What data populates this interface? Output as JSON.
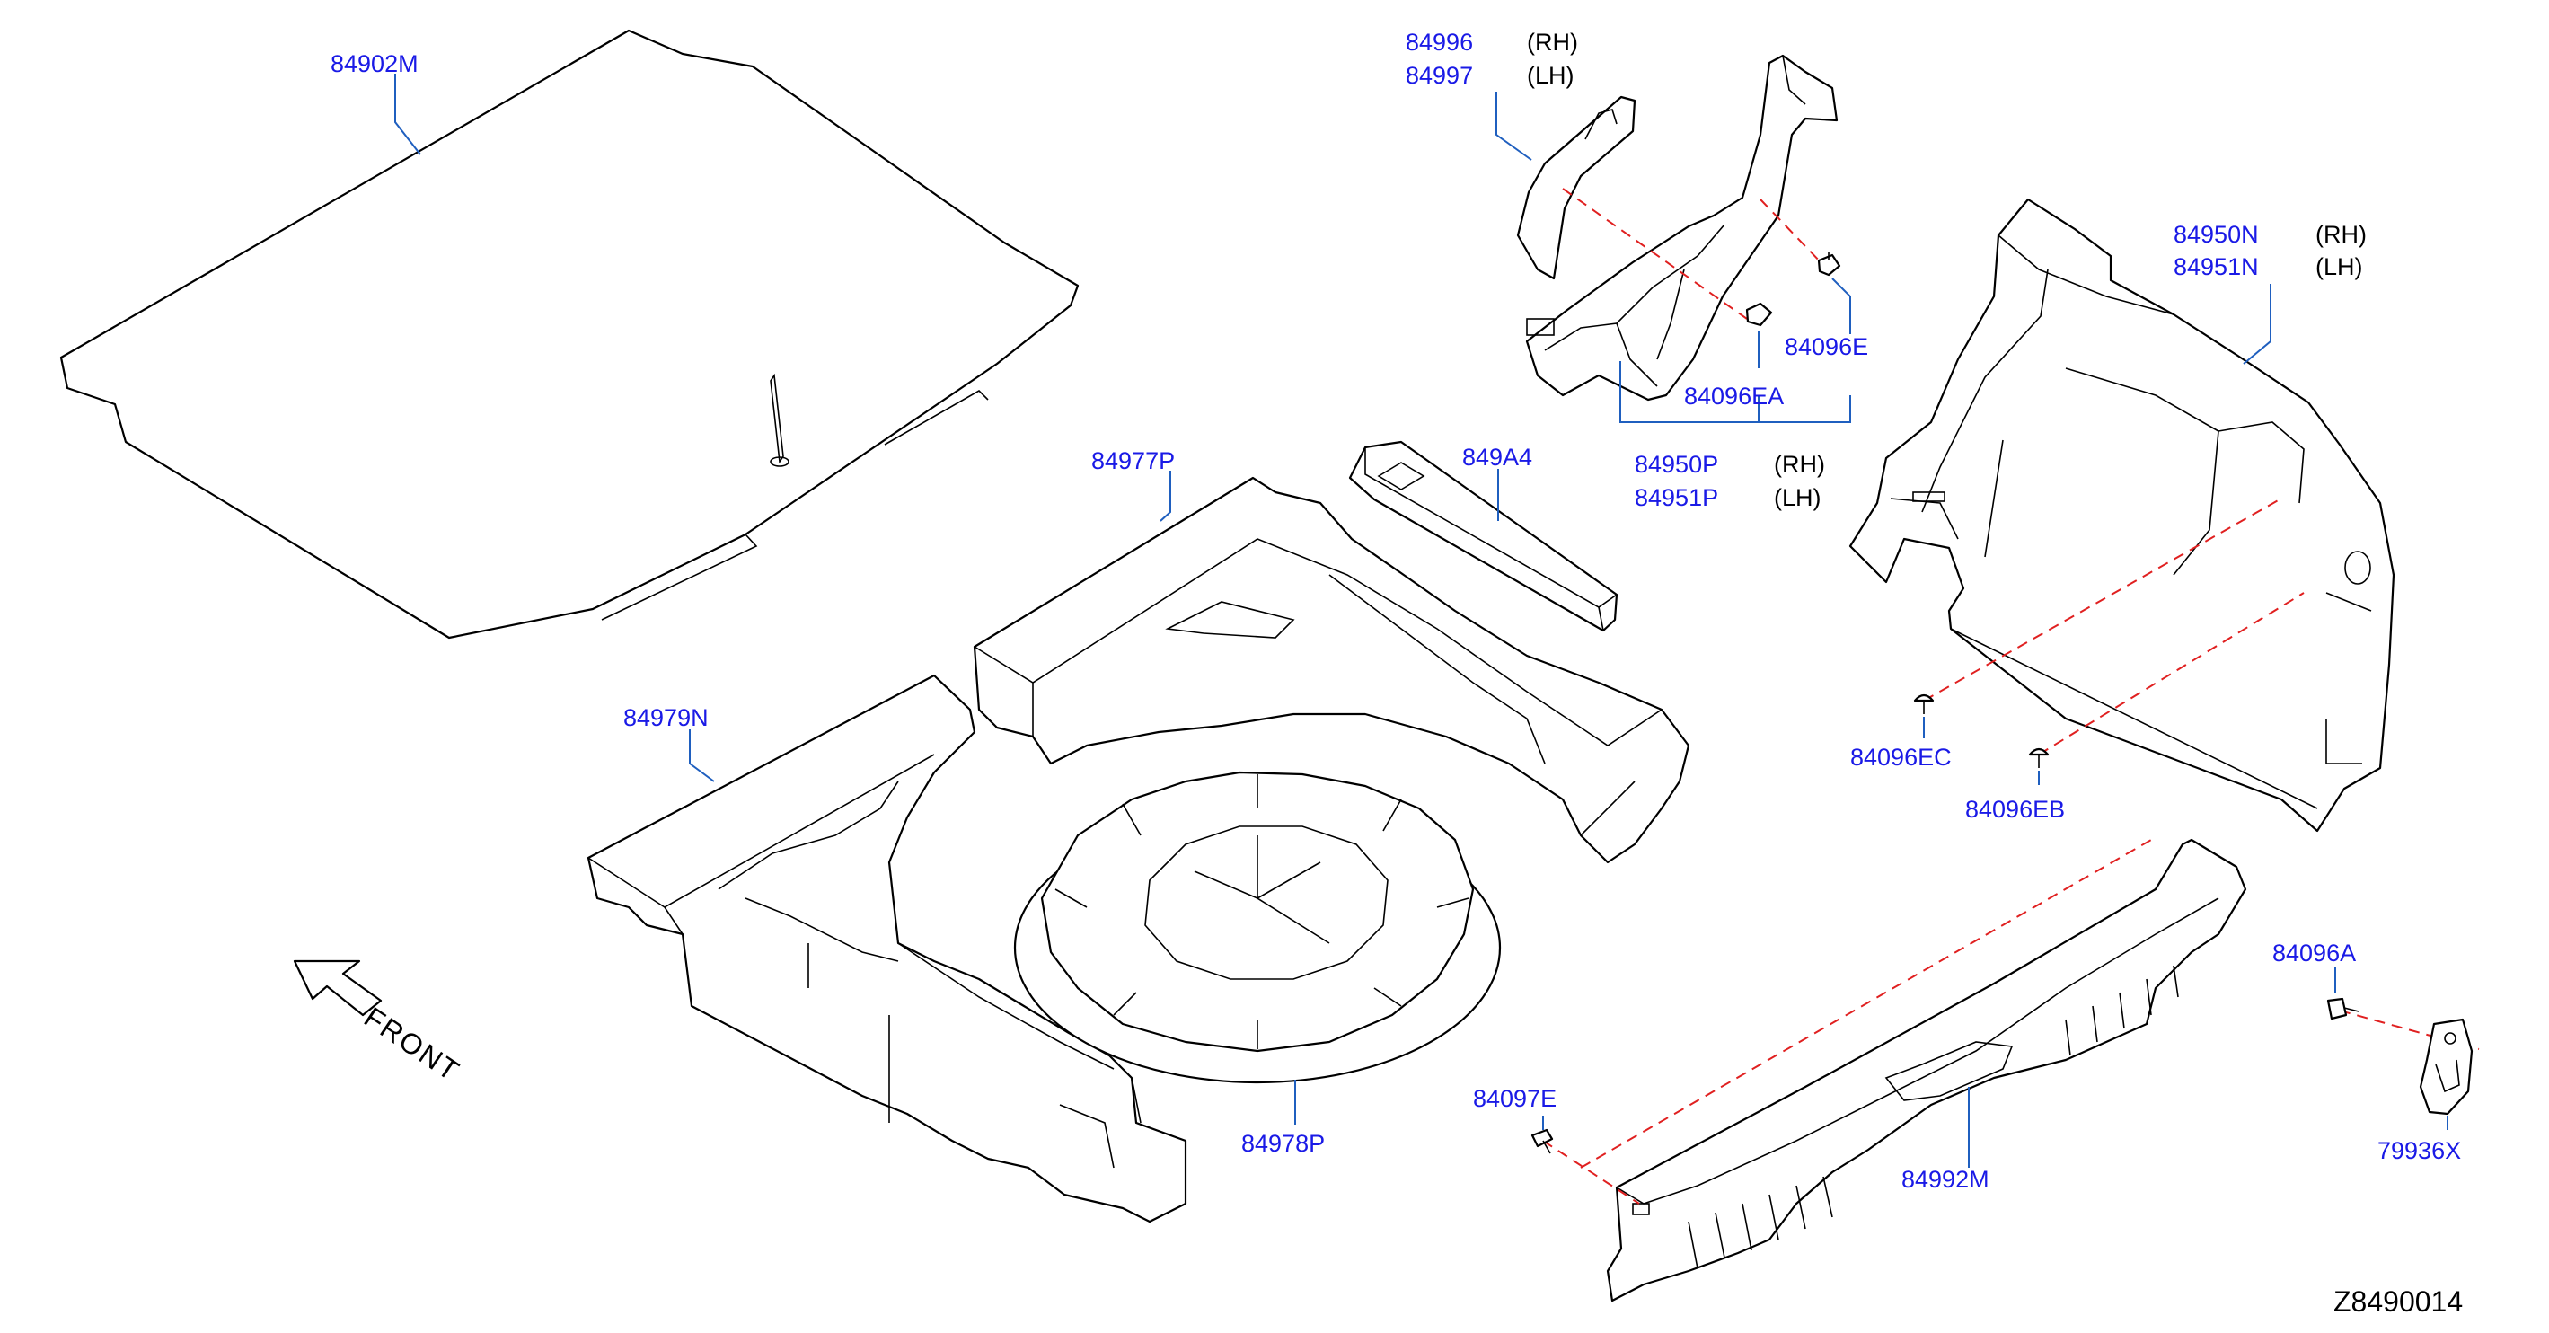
{
  "diagram_code": "Z8490014",
  "front_label": "FRONT",
  "parts": {
    "p84902M": "84902M",
    "p84996": "84996",
    "p84997": "84997",
    "p84096E": "84096E",
    "p84096EA": "84096EA",
    "p84950P": "84950P",
    "p84951P": "84951P",
    "p84950N": "84950N",
    "p84951N": "84951N",
    "p84977P": "84977P",
    "p849A4": "849A4",
    "p84979N": "84979N",
    "p84978P": "84978P",
    "p84096EC": "84096EC",
    "p84096EB": "84096EB",
    "p84096A": "84096A",
    "p84097E": "84097E",
    "p84992M": "84992M",
    "p79936X": "79936X"
  },
  "side_labels": {
    "rh": "(RH)",
    "lh": "(LH)"
  },
  "colors": {
    "part_number": "#1a1ae6",
    "leader_line": "#1f5fbf",
    "fastener_path": "#e02020",
    "outline": "#000000"
  }
}
